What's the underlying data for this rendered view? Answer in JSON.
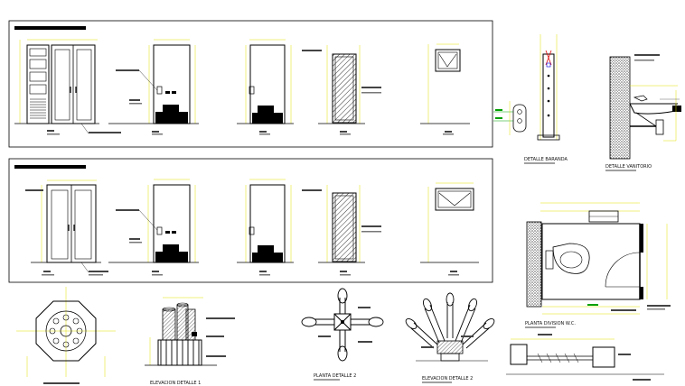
{
  "drawing": {
    "labels": {
      "detalle_baranda": "DETALLE BARANDA",
      "detalle_vanitorio": "DETALLE VANITORIO",
      "planta_division_wc": "PLANTA DIVISION W.C.",
      "elevacion_detalle_1": "ELEVACION DETALLE 1",
      "planta_detalle_2": "PLANTA DETALLE 2",
      "elevacion_detalle_2": "ELEVACION DETALLE 2"
    },
    "colors": {
      "line": "#000000",
      "dimension": "#e0e000",
      "accent_red": "#e00000",
      "accent_blue": "#0000e0",
      "accent_green": "#00a000",
      "accent_cyan": "#00c8e0"
    }
  }
}
